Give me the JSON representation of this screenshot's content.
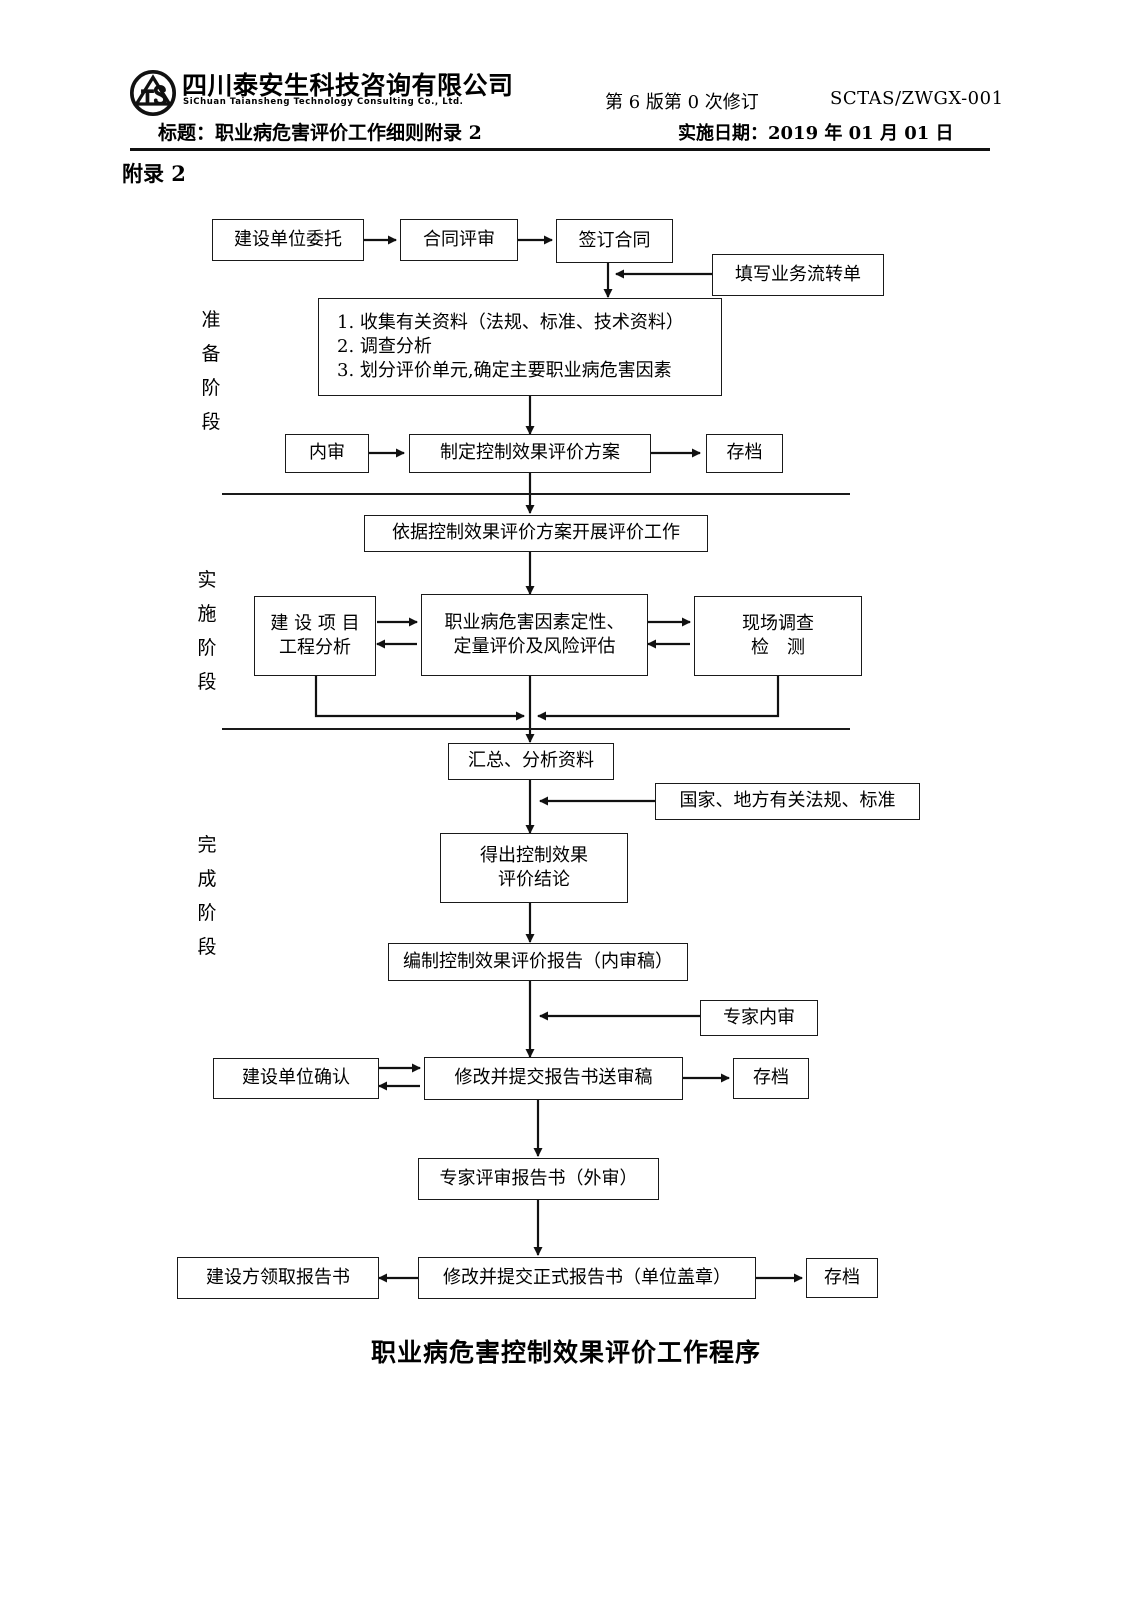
{
  "header": {
    "logo_cn": "四川泰安生科技咨询有限公司",
    "logo_en": "SiChuan Taiansheng Technology Consulting Co., Ltd.",
    "logo_icon": "ts-circle-logo",
    "title_line": "标题：职业病危害评价工作细则附录 2",
    "revision": "第 6 版第 0 次修订",
    "doc_no": "SCTAS/ZWGX-001",
    "effective_date": "实施日期：2019 年 01 月 01 日"
  },
  "appendix_label": "附录 2",
  "caption": "职业病危害控制效果评价工作程序",
  "stages": [
    {
      "name": "preparation",
      "label": "准备阶段"
    },
    {
      "name": "implementation",
      "label": "实施阶段"
    },
    {
      "name": "completion",
      "label": "完成阶段"
    }
  ],
  "nodes": [
    {
      "id": "entrust",
      "text": "建设单位委托"
    },
    {
      "id": "contract-review",
      "text": "合同评审"
    },
    {
      "id": "sign-contract",
      "text": "签订合同"
    },
    {
      "id": "fill-transfer",
      "text": "填写业务流转单"
    },
    {
      "id": "prep-tasks-1",
      "text": "1. 收集有关资料（法规、标准、技术资料）"
    },
    {
      "id": "prep-tasks-2",
      "text": "2. 调查分析"
    },
    {
      "id": "prep-tasks-3",
      "text": "3. 划分评价单元,确定主要职业病危害因素"
    },
    {
      "id": "internal-audit",
      "text": "内审"
    },
    {
      "id": "make-plan",
      "text": "制定控制效果评价方案"
    },
    {
      "id": "archive-1",
      "text": "存档"
    },
    {
      "id": "carry-out",
      "text": "依据控制效果评价方案开展评价工作"
    },
    {
      "id": "project-eng-1",
      "text": "建 设 项 目"
    },
    {
      "id": "project-eng-2",
      "text": "工程分析"
    },
    {
      "id": "qual-quant-1",
      "text": "职业病危害因素定性、"
    },
    {
      "id": "qual-quant-2",
      "text": "定量评价及风险评估"
    },
    {
      "id": "site-survey-1",
      "text": "现场调查"
    },
    {
      "id": "site-survey-2",
      "text": "检　测"
    },
    {
      "id": "summarize",
      "text": "汇总、分析资料"
    },
    {
      "id": "laws-standards",
      "text": "国家、地方有关法规、标准"
    },
    {
      "id": "conclusion-1",
      "text": "得出控制效果"
    },
    {
      "id": "conclusion-2",
      "text": "评价结论"
    },
    {
      "id": "draft-report",
      "text": "编制控制效果评价报告（内审稿）"
    },
    {
      "id": "expert-internal",
      "text": "专家内审"
    },
    {
      "id": "owner-confirm",
      "text": "建设单位确认"
    },
    {
      "id": "revise-submit",
      "text": "修改并提交报告书送审稿"
    },
    {
      "id": "archive-2",
      "text": "存档"
    },
    {
      "id": "expert-review",
      "text": "专家评审报告书（外审）"
    },
    {
      "id": "collect-report",
      "text": "建设方领取报告书"
    },
    {
      "id": "final-report",
      "text": "修改并提交正式报告书（单位盖章）"
    },
    {
      "id": "archive-3",
      "text": "存档"
    }
  ],
  "colors": {
    "line": "#1a1a1a",
    "text": "#000000",
    "background": "#ffffff"
  }
}
